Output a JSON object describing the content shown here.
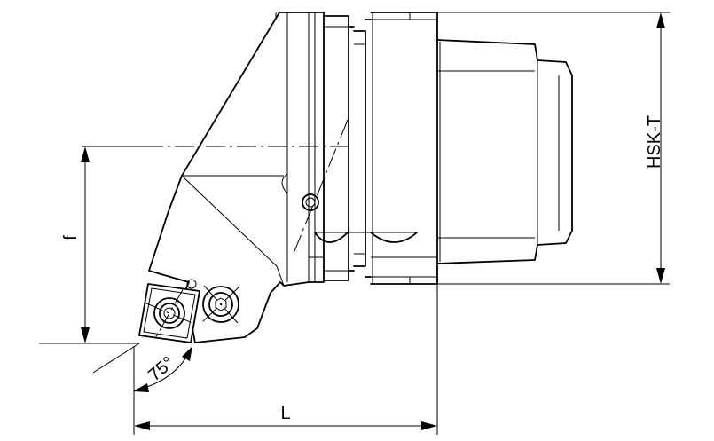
{
  "labels": {
    "f": "f",
    "L": "L",
    "hsk": "HSK-T",
    "angle": "75°"
  }
}
